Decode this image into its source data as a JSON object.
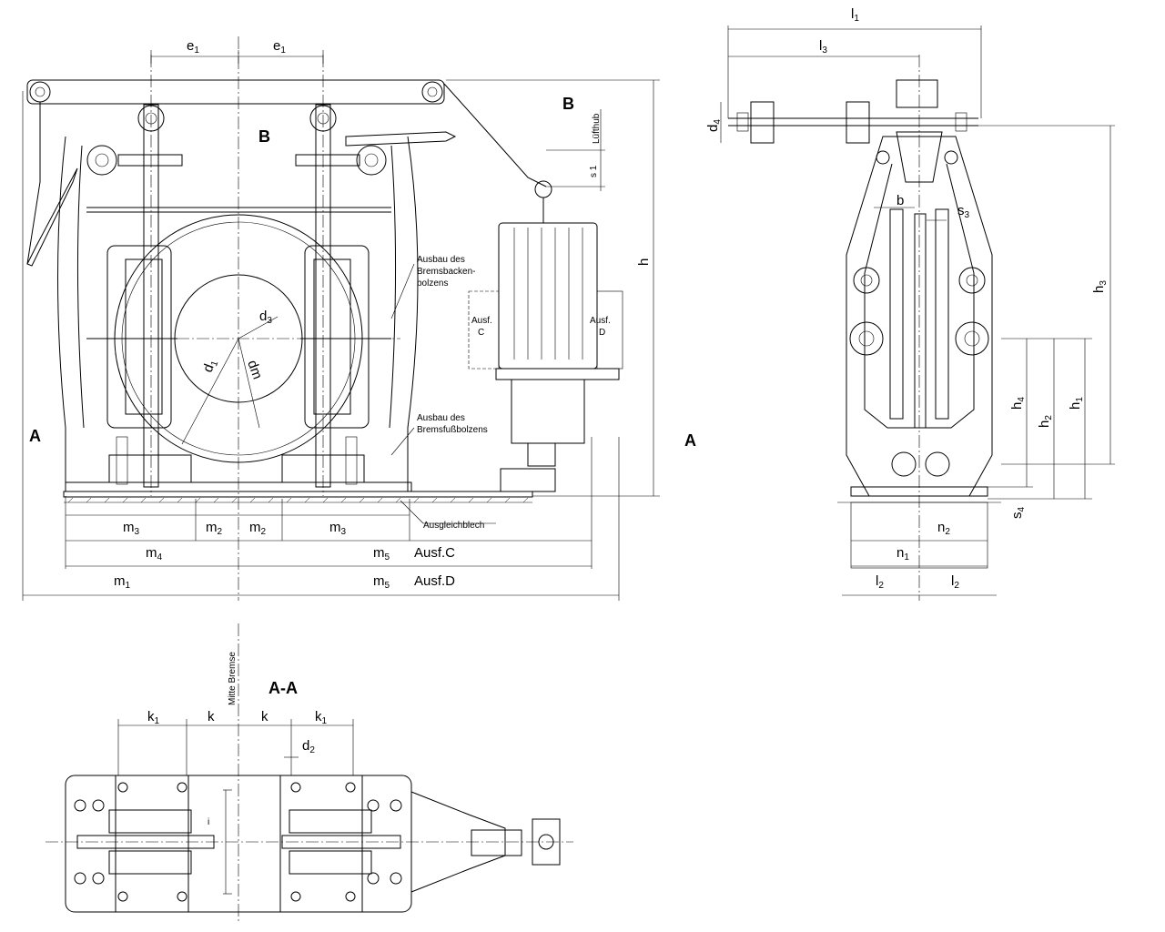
{
  "labels": {
    "e1": "e",
    "e1_sub": "1",
    "B": "B",
    "lufthub": "Lüfthub",
    "s1": "s 1",
    "h": "h",
    "ausbau1": [
      "Ausbau des",
      "Bremsbacken-",
      "bolzens"
    ],
    "ausbau2": [
      "Ausbau des",
      "Bremsfußbolzens"
    ],
    "ausfC": [
      "Ausf.",
      "C"
    ],
    "ausfD": [
      "Ausf.",
      "D"
    ],
    "d3": "d",
    "d3_sub": "3",
    "d1": "d",
    "d1_sub": "1",
    "dm": "dm",
    "A": "A",
    "ausgleichblech": "Ausgleichblech",
    "m": "m",
    "sub1": "1",
    "sub2": "2",
    "sub3": "3",
    "sub4": "4",
    "sub5": "5",
    "ausfC_dim": "Ausf.C",
    "ausfD_dim": "Ausf.D",
    "l": "l",
    "n": "n",
    "b": "b",
    "s3": "s",
    "s4": "s",
    "h_side": "h",
    "d4": "d",
    "section_title": "A-A",
    "mitte": "Mitte Bremse",
    "k": "k",
    "d2": "d",
    "i": "i"
  }
}
